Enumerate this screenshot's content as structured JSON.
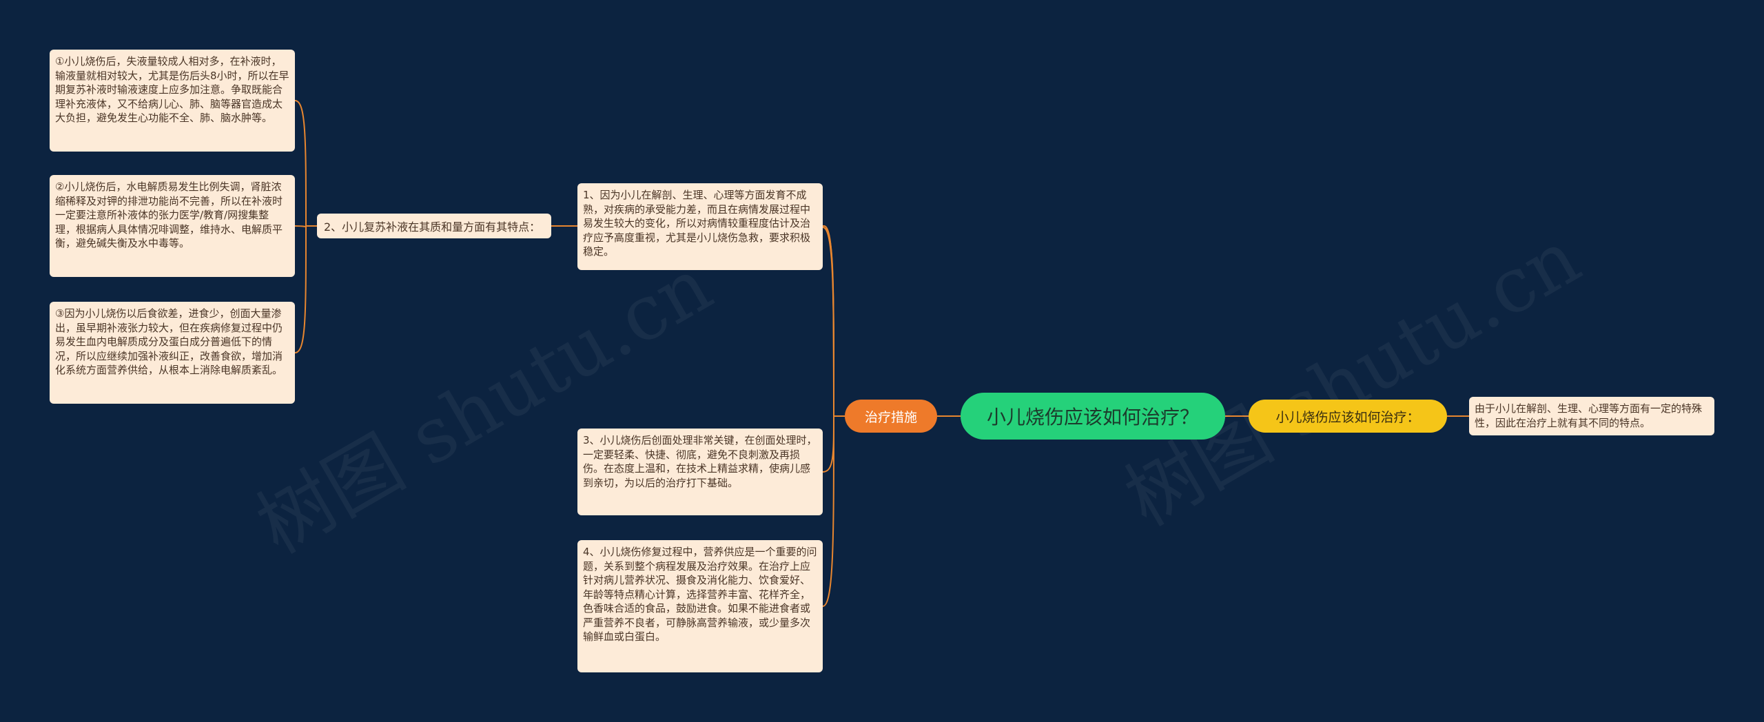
{
  "center": {
    "title": "小儿烧伤应该如何治疗？"
  },
  "branch_left": {
    "label": "治疗措施"
  },
  "branch_right": {
    "label": "小儿烧伤应该如何治疗："
  },
  "right_detail": "由于小儿在解剖、生理、心理等方面有一定的特殊性，因此在治疗上就有其不同的特点。",
  "measures": [
    "1、因为小儿在解剖、生理、心理等方面发育不成熟，对疾病的承受能力差，而且在病情发展过程中易发生较大的变化，所以对病情较重程度估计及治疗应予高度重视，尤其是小儿烧伤急救，要求积极稳定。",
    "2、小儿复苏补液在其质和量方面有其特点：",
    "3、小儿烧伤后创面处理非常关键，在创面处理时，一定要轻柔、快捷、彻底，避免不良刺激及再损伤。在态度上温和，在技术上精益求精，使病儿感到亲切，为以后的治疗打下基础。",
    "4、小儿烧伤修复过程中，营养供应是一个重要的问题，关系到整个病程发展及治疗效果。在治疗上应针对病儿营养状况、摄食及消化能力、饮食爱好、年龄等特点精心计算，选择营养丰富、花样齐全，色香味合适的食品，鼓励进食。如果不能进食者或严重营养不良者，可静脉高营养输液，或少量多次输鲜血或白蛋白。"
  ],
  "fluid_points": [
    "①小儿烧伤后，失液量较成人相对多，在补液时，输液量就相对较大，尤其是伤后头8小时，所以在早期复苏补液时输液速度上应多加注意。争取既能合理补充液体，又不给病儿心、肺、脑等器官造成太大负担，避免发生心功能不全、肺、脑水肿等。",
    "②小儿烧伤后，水电解质易发生比例失调，肾脏浓缩稀释及对钾的排泄功能尚不完善，所以在补液时一定要注意所补液体的张力医学/教育/网搜集整理，根据病人具体情况啡调整，维持水、电解质平衡，避免碱失衡及水中毒等。",
    "③因为小儿烧伤以后食欲差，进食少，创面大量渗出，虽早期补液张力较大，但在疾病修复过程中仍易发生血内电解质成分及蛋白成分普遍低下的情况，所以应继续加强补液纠正，改善食欲，增加消化系统方面营养供给，从根本上消除电解质紊乱。"
  ],
  "watermark": "树图 shutu.cn",
  "colors": {
    "background": "#0c2340",
    "center": "#25d17a",
    "branch_left": "#ee7a2a",
    "branch_right": "#f5c518",
    "leaf": "#fdebd8",
    "connector": "#e8862f"
  }
}
